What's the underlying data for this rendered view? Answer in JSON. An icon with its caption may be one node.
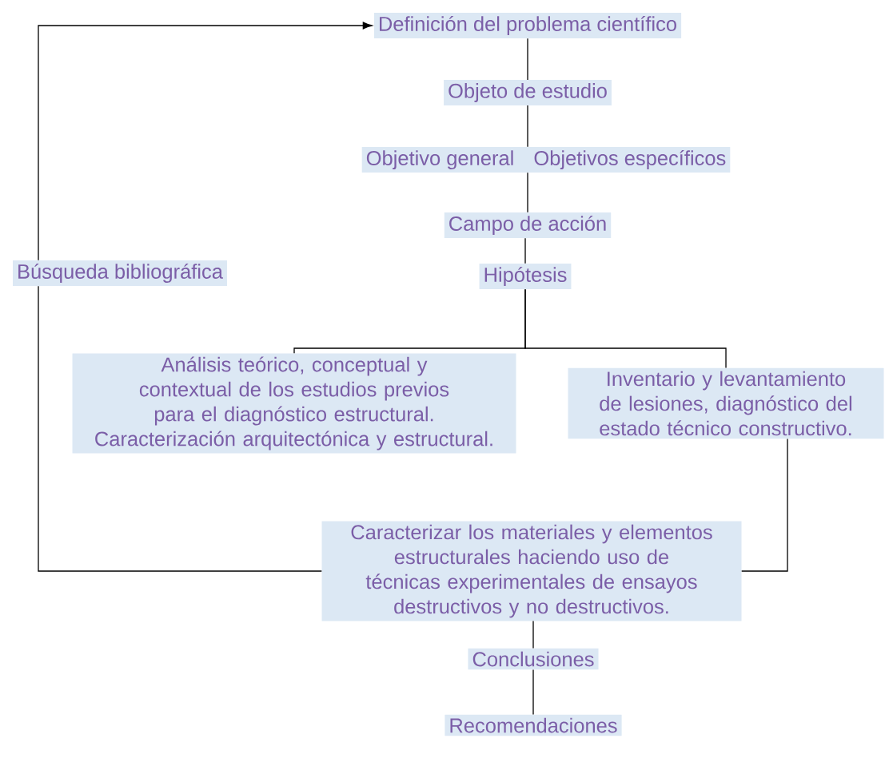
{
  "diagram": {
    "nodes": [
      {
        "text": [
          "Definición del problema científico"
        ]
      },
      {
        "text": [
          "Objeto de estudio"
        ]
      },
      {
        "text": [
          "Objetivo general",
          "Objetivos específicos"
        ]
      },
      {
        "text": [
          "Campo de acción"
        ]
      },
      {
        "text": [
          "Búsqueda bibliográfica"
        ]
      },
      {
        "text": [
          "Hipótesis"
        ]
      },
      {
        "text": [
          "Análisis teórico, conceptual y contextual de los estudios previos para el diagnóstico estructural. Caracterización arquitectónica y estructural."
        ]
      },
      {
        "text": [
          "Inventario y levantamiento de lesiones, diagnóstico del estado técnico constructivo."
        ]
      },
      {
        "text": [
          "Caracterizar los materiales y elementos estructurales haciendo uso de técnicas experimentales de ensayos destructivos y no destructivos."
        ]
      },
      {
        "text": [
          "Conclusiones"
        ]
      },
      {
        "text": [
          "Recomendaciones"
        ]
      }
    ],
    "edges": [
      {
        "from": 0,
        "to": 1,
        "arrow": "none"
      },
      {
        "from": 1,
        "to": 2,
        "arrow": "none"
      },
      {
        "from": 2,
        "to": 3,
        "arrow": "none"
      },
      {
        "from": 3,
        "to": 5,
        "arrow": "none"
      },
      {
        "from": 5,
        "to": 6,
        "arrow": "none"
      },
      {
        "from": 5,
        "to": 7,
        "arrow": "none"
      },
      {
        "from": 7,
        "to": 8,
        "arrow": "none"
      },
      {
        "from": 8,
        "to": 4,
        "arrow": "none"
      },
      {
        "from": 4,
        "to": 0,
        "arrow": "to"
      },
      {
        "from": 8,
        "to": 9,
        "arrow": "none"
      },
      {
        "from": 9,
        "to": 10,
        "arrow": "none"
      }
    ]
  }
}
